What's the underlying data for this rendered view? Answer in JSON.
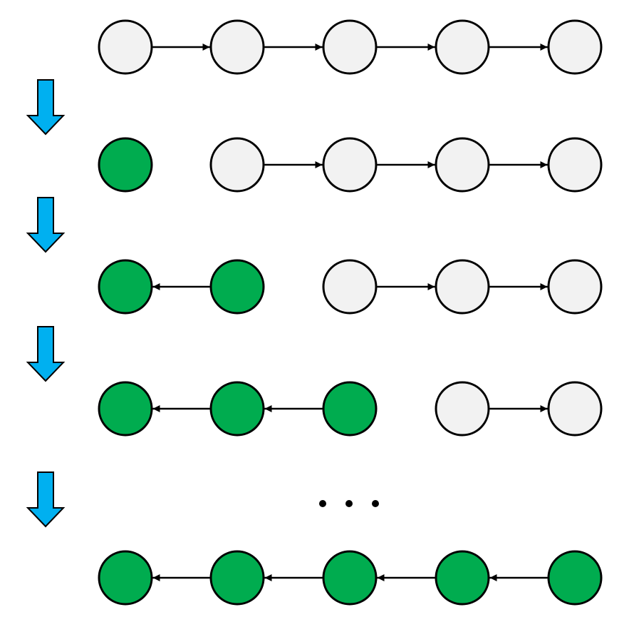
{
  "colors": {
    "processed_fill": "#00AC4F",
    "unprocessed_fill": "#F2F2F2",
    "stroke": "#000000",
    "step_arrow_fill": "#00B0F0",
    "background": "#FFFFFF"
  },
  "diagram": {
    "nodes_per_row": 5,
    "rows": [
      {
        "processed": 0,
        "links": [
          {
            "from": 0,
            "to": 1
          },
          {
            "from": 1,
            "to": 2
          },
          {
            "from": 2,
            "to": 3
          },
          {
            "from": 3,
            "to": 4
          }
        ]
      },
      {
        "processed": 1,
        "links": [
          {
            "from": 1,
            "to": 2
          },
          {
            "from": 2,
            "to": 3
          },
          {
            "from": 3,
            "to": 4
          }
        ]
      },
      {
        "processed": 2,
        "links": [
          {
            "from": 1,
            "to": 0
          },
          {
            "from": 2,
            "to": 3
          },
          {
            "from": 3,
            "to": 4
          }
        ]
      },
      {
        "processed": 3,
        "links": [
          {
            "from": 1,
            "to": 0
          },
          {
            "from": 2,
            "to": 1
          },
          {
            "from": 3,
            "to": 4
          }
        ]
      },
      {
        "processed": 5,
        "links": [
          {
            "from": 1,
            "to": 0
          },
          {
            "from": 2,
            "to": 1
          },
          {
            "from": 3,
            "to": 2
          },
          {
            "from": 4,
            "to": 3
          }
        ]
      }
    ],
    "step_arrows": 4,
    "ellipsis_dots": 3
  }
}
